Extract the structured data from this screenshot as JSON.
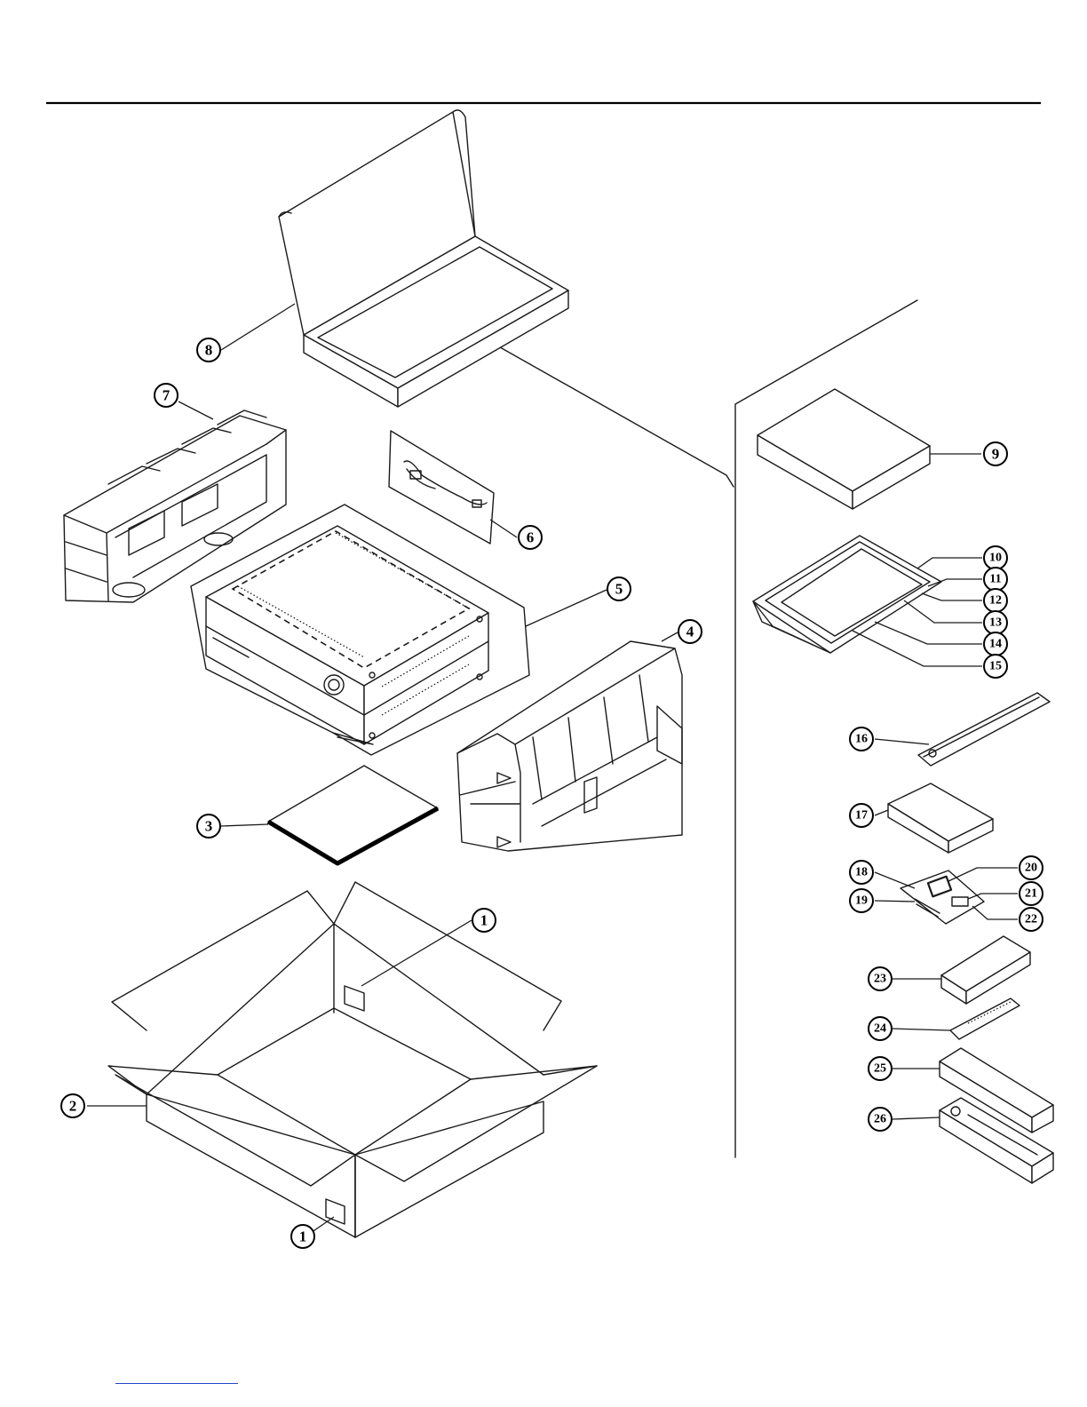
{
  "callouts": [
    {
      "id": "1a",
      "label": "1",
      "part": "label sticker (top)"
    },
    {
      "id": "1b",
      "label": "1",
      "part": "label sticker (bottom)"
    },
    {
      "id": "2",
      "label": "2",
      "part": "carton box"
    },
    {
      "id": "3",
      "label": "3",
      "part": "sheet pad"
    },
    {
      "id": "4",
      "label": "4",
      "part": "foam cushion right"
    },
    {
      "id": "5",
      "label": "5",
      "part": "poly bag / receiver"
    },
    {
      "id": "6",
      "label": "6",
      "part": "power cord bag"
    },
    {
      "id": "7",
      "label": "7",
      "part": "foam cushion left"
    },
    {
      "id": "8",
      "label": "8",
      "part": "accessory box"
    },
    {
      "id": "9",
      "label": "9",
      "part": "inner box"
    },
    {
      "id": "10",
      "label": "10",
      "part": "manual bag"
    },
    {
      "id": "11",
      "label": "11",
      "part": "document"
    },
    {
      "id": "12",
      "label": "12",
      "part": "document"
    },
    {
      "id": "13",
      "label": "13",
      "part": "document"
    },
    {
      "id": "14",
      "label": "14",
      "part": "document"
    },
    {
      "id": "15",
      "label": "15",
      "part": "document"
    },
    {
      "id": "16",
      "label": "16",
      "part": "antenna bag"
    },
    {
      "id": "17",
      "label": "17",
      "part": "small box"
    },
    {
      "id": "18",
      "label": "18",
      "part": "antenna"
    },
    {
      "id": "19",
      "label": "19",
      "part": "wire"
    },
    {
      "id": "20",
      "label": "20",
      "part": "loop antenna"
    },
    {
      "id": "21",
      "label": "21",
      "part": "stand"
    },
    {
      "id": "22",
      "label": "22",
      "part": "bag"
    },
    {
      "id": "23",
      "label": "23",
      "part": "remote box"
    },
    {
      "id": "24",
      "label": "24",
      "part": "remote control"
    },
    {
      "id": "25",
      "label": "25",
      "part": "microphone box lid"
    },
    {
      "id": "26",
      "label": "26",
      "part": "microphone tray"
    }
  ],
  "colors": {
    "ink": "#1a1a1a",
    "background": "#ffffff",
    "link": "#2244cc"
  }
}
